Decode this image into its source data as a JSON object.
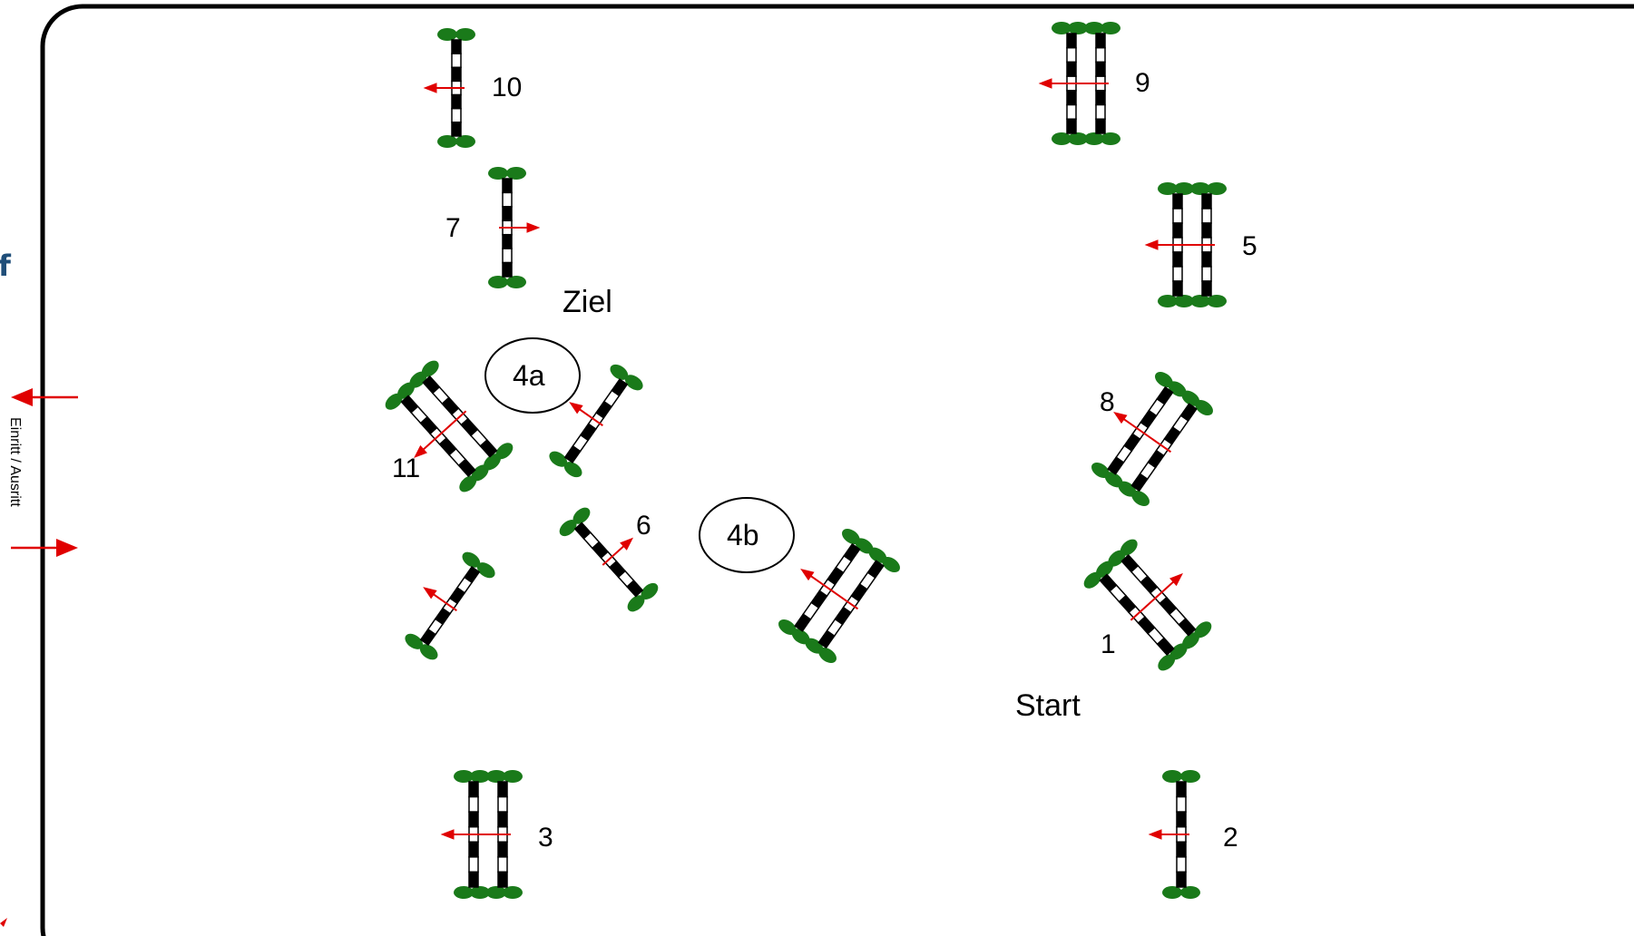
{
  "course": {
    "start_label": "Start",
    "finish_label": "Ziel",
    "entrance_label": "Einritt / Ausritt",
    "edge_glyph": "f",
    "colors": {
      "border": "#000000",
      "arrow": "#e00000",
      "brush": "#1a7a1a",
      "pole_dark": "#000000",
      "pole_light": "#ffffff"
    },
    "obstacles": [
      {
        "id": "jump-1",
        "number": "1",
        "type": "oxer"
      },
      {
        "id": "jump-2",
        "number": "2",
        "type": "vertical"
      },
      {
        "id": "jump-3",
        "number": "3",
        "type": "oxer"
      },
      {
        "id": "jump-4a",
        "number": "4a",
        "type": "vertical"
      },
      {
        "id": "jump-4b",
        "number": "4b",
        "type": "oxer"
      },
      {
        "id": "jump-5",
        "number": "5",
        "type": "oxer"
      },
      {
        "id": "jump-6",
        "number": "6",
        "type": "vertical"
      },
      {
        "id": "jump-7",
        "number": "7",
        "type": "vertical"
      },
      {
        "id": "jump-8",
        "number": "8",
        "type": "oxer"
      },
      {
        "id": "jump-9",
        "number": "9",
        "type": "oxer"
      },
      {
        "id": "jump-10",
        "number": "10",
        "type": "vertical"
      },
      {
        "id": "jump-11",
        "number": "11",
        "type": "oxer"
      },
      {
        "id": "jump-unlabeled",
        "number": "",
        "type": "vertical"
      }
    ]
  }
}
